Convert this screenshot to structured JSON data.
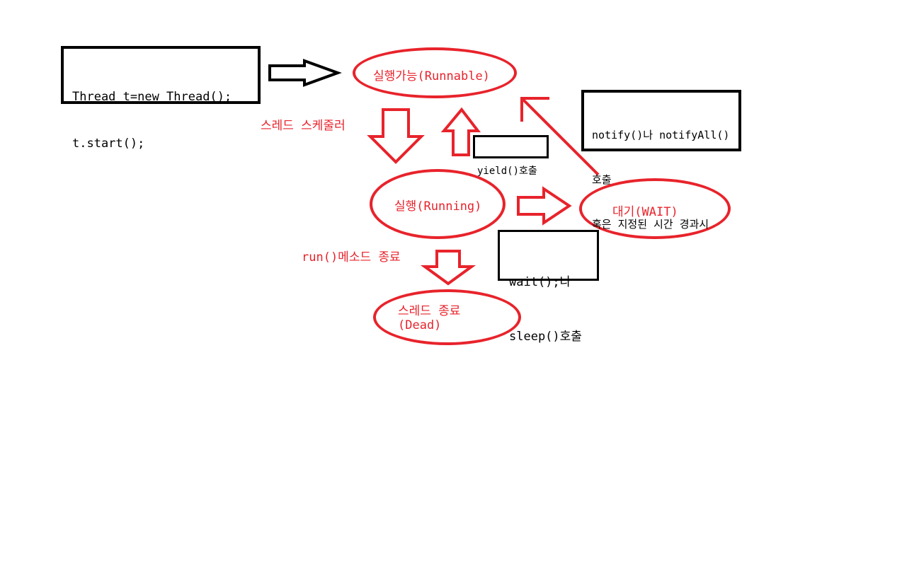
{
  "colors": {
    "state": "#e8232b",
    "code_box": "#000000",
    "background": "#ffffff"
  },
  "code_box": {
    "line1": "Thread t=new Thread();",
    "line2": "t.start();"
  },
  "states": {
    "runnable": "실행가능(Runnable)",
    "running": "실행(Running)",
    "wait": "대기(WAIT)",
    "dead_line1": "스레드 종료",
    "dead_line2": "(Dead)"
  },
  "transitions": {
    "scheduler": "스레드 스케줄러",
    "yield": "yield()호출",
    "wait_sleep_line1": "wait();나",
    "wait_sleep_line2": "sleep()호출",
    "notify_line1": "notify()나 notifyAll()",
    "notify_line2": "호출",
    "notify_line3": "혹은 지정된 시간 경과시",
    "run_end": "run()메소드 종료"
  }
}
